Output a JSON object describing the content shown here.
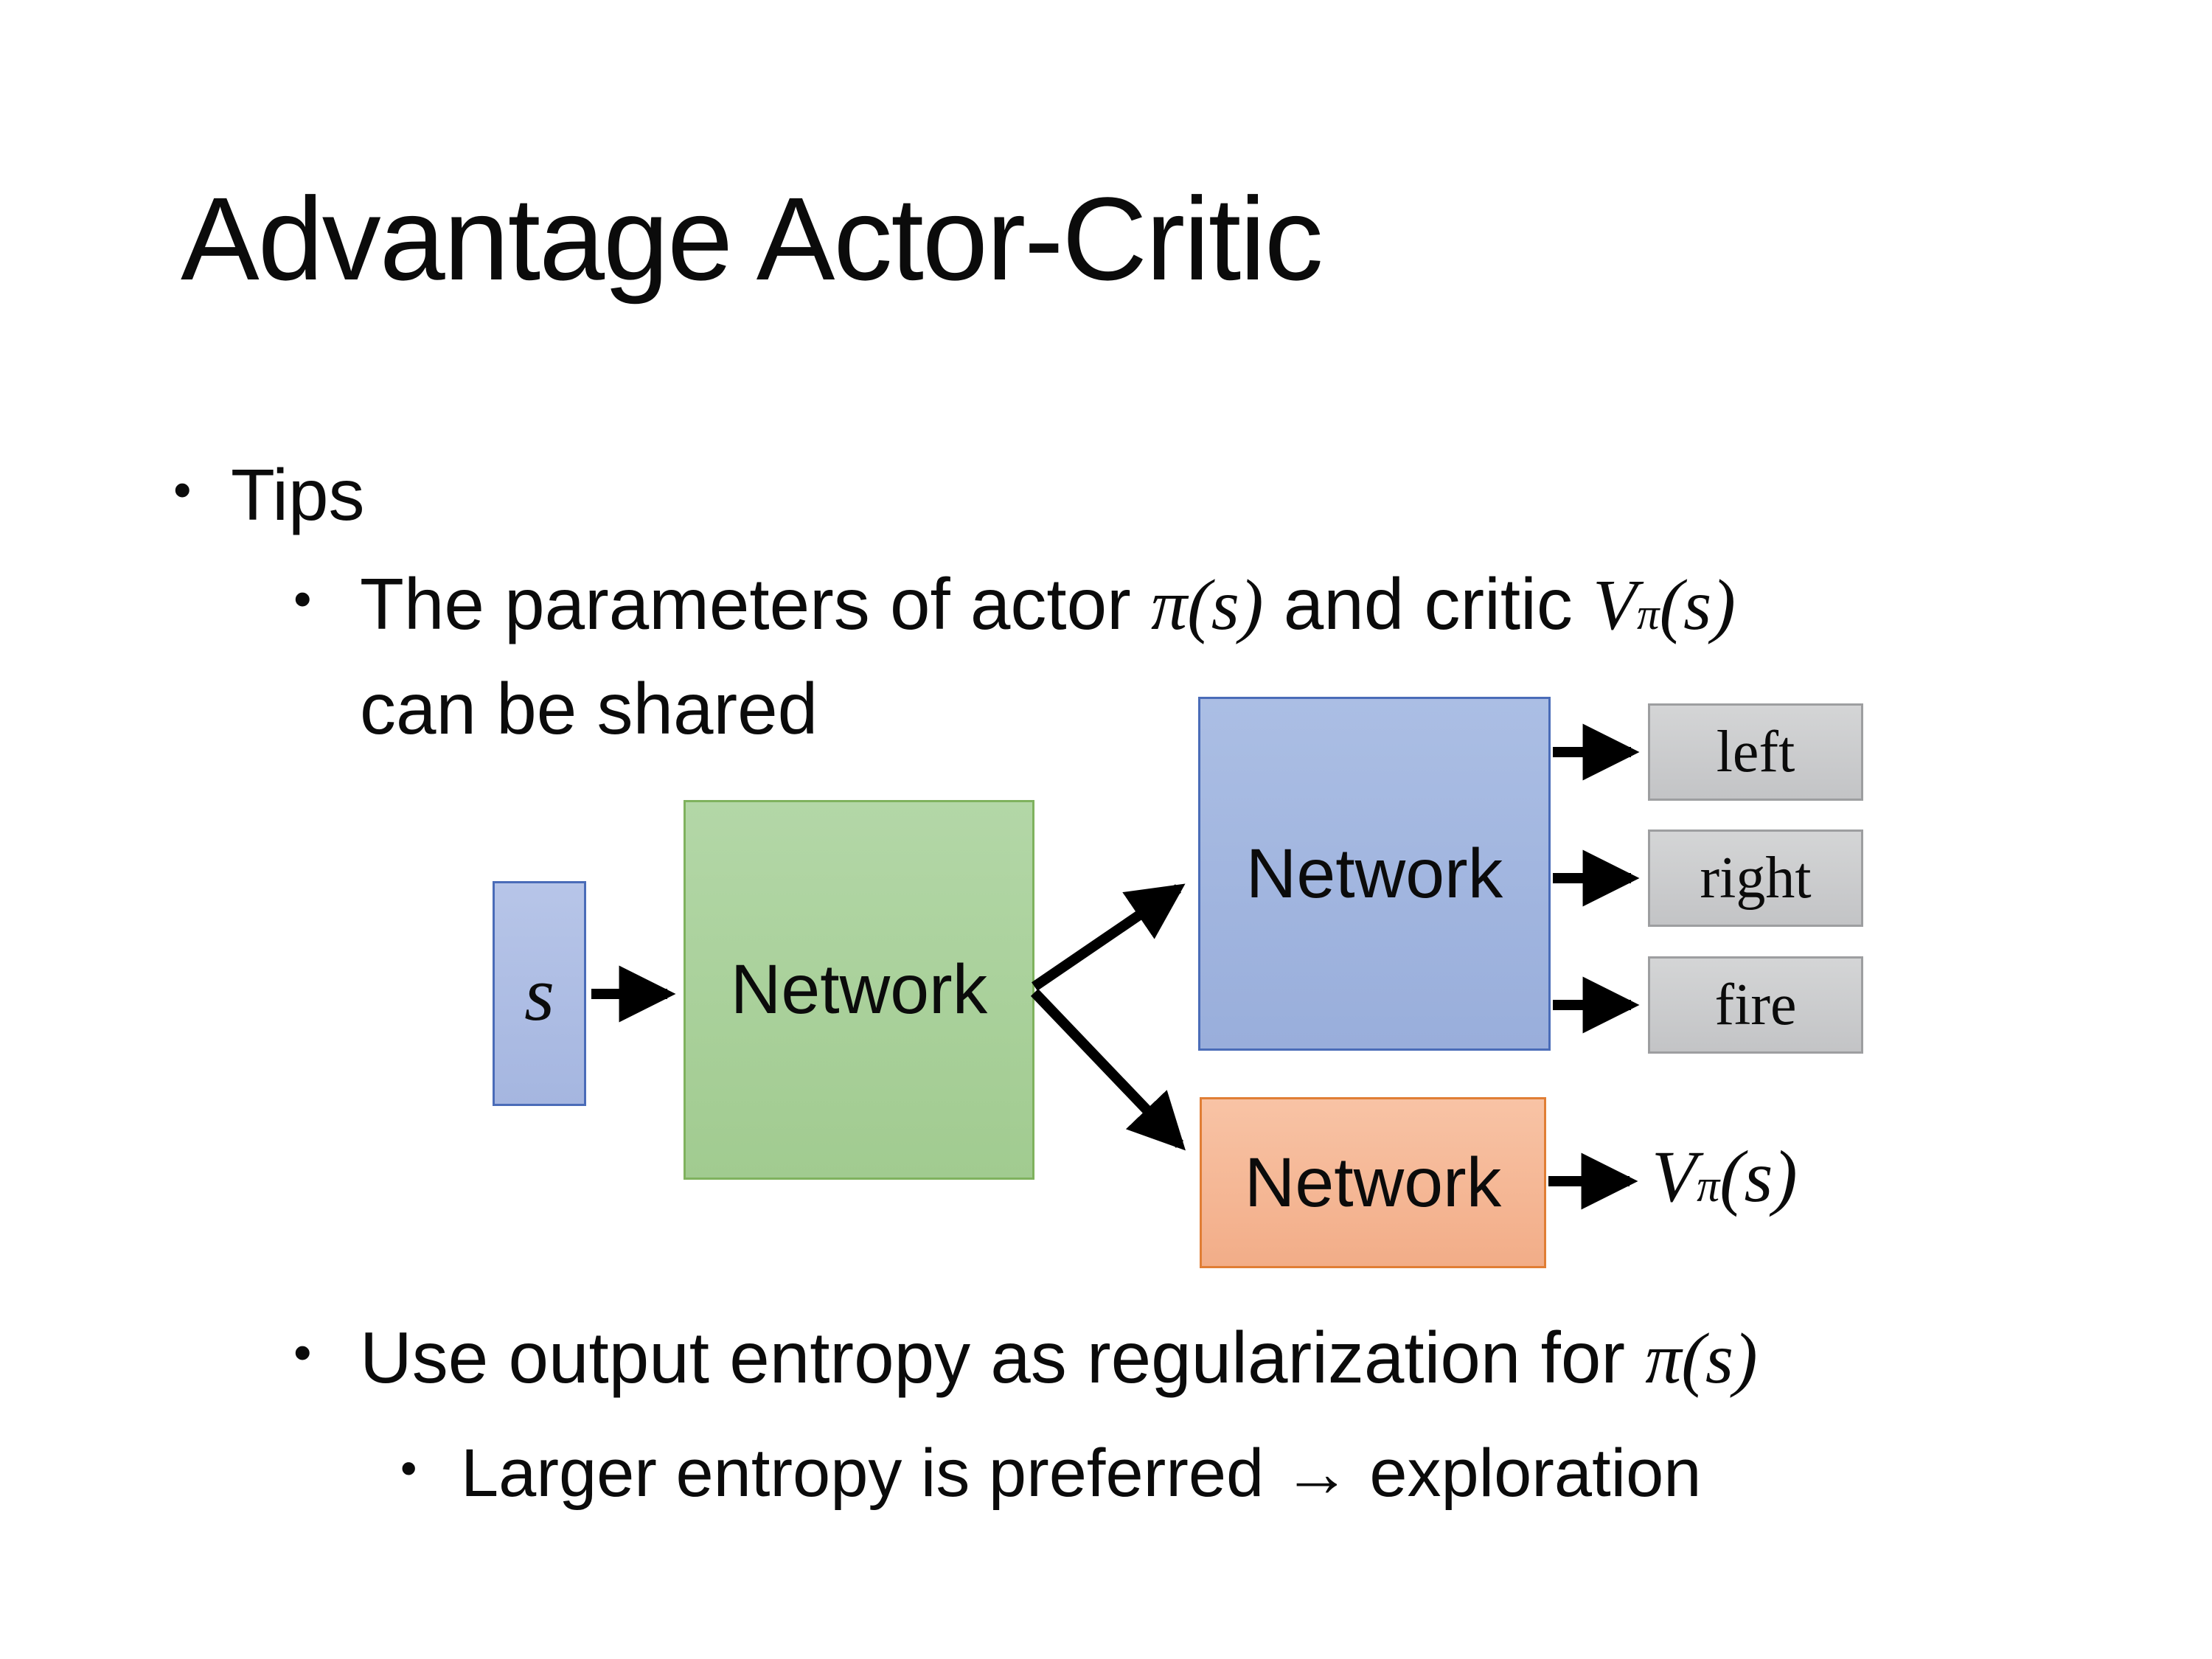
{
  "title": "Advantage Actor-Critic",
  "bullets": {
    "marker": "•",
    "tips": "Tips",
    "shared_line1": {
      "t1": "The parameters of actor ",
      "m1": "π(s)",
      "t2": "  and critic ",
      "v": "V",
      "v_sup": "π",
      "v_args": "(s)"
    },
    "shared_line2": "can be shared",
    "entropy": {
      "t1": "Use output entropy as regularization for ",
      "m1": "π(s)"
    },
    "exploration": "Larger entropy is preferred → exploration"
  },
  "diagram": {
    "input_label": "s",
    "shared_network_label": "Network",
    "actor_network_label": "Network",
    "critic_network_label": "Network",
    "actions": [
      "left",
      "right",
      "fire"
    ],
    "value_output": {
      "v": "V",
      "sup": "π",
      "args": "(s)"
    }
  },
  "colors": {
    "arrow": "#000000",
    "green_top": "#b3d7a7",
    "green_bottom": "#a1cb90",
    "green_border": "#7fb25e",
    "blue_top": "#abbee4",
    "blue_bottom": "#99aedb",
    "blue_border": "#4a6cb8",
    "orange_top": "#f8c3a5",
    "orange_bottom": "#f2ad88",
    "orange_border": "#e07e35",
    "gray_top": "#d4d5d6",
    "gray_bottom": "#c3c4c6",
    "gray_border": "#9d9ea0",
    "input_top": "#b7c5e8",
    "input_bottom": "#a5b6e0"
  }
}
